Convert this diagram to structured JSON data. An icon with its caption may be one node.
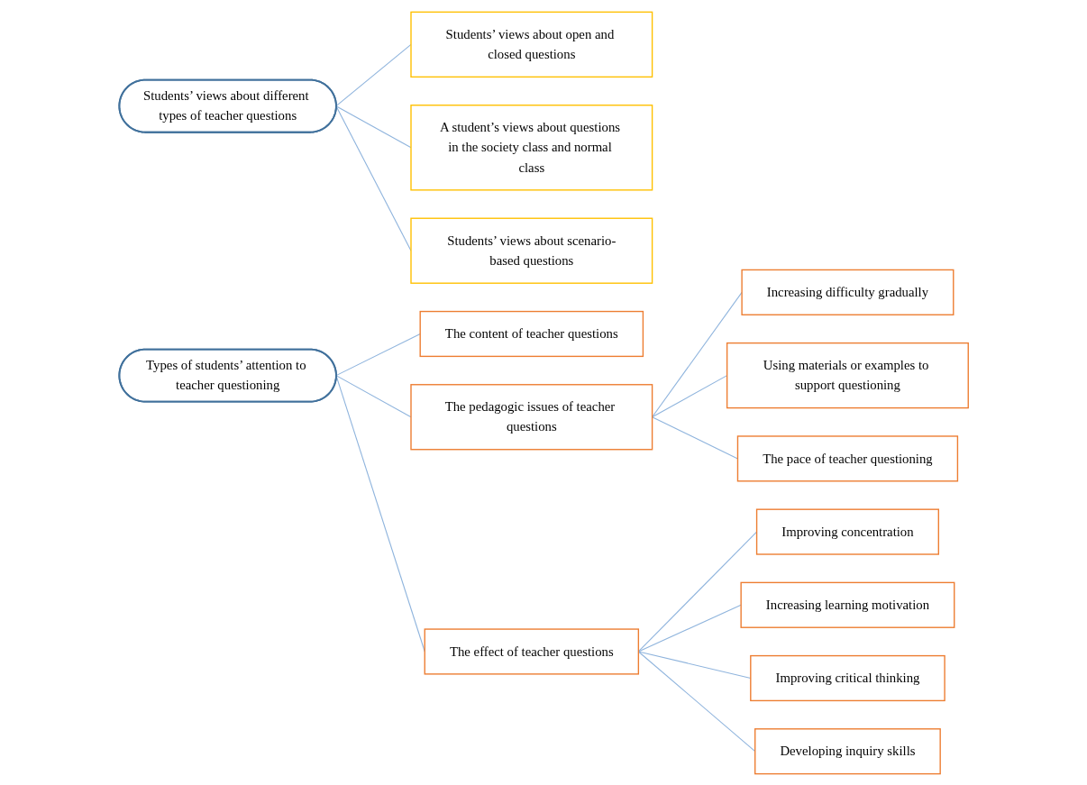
{
  "diagram": {
    "nodes": [
      {
        "text": [
          "Students’ views about different types of teacher questions"
        ]
      },
      {
        "text": [
          "Students’ views about open and closed questions"
        ]
      },
      {
        "text": [
          "A student’s views about questions in the society class and normal class"
        ]
      },
      {
        "text": [
          "Students’ views about scenario-based questions"
        ]
      },
      {
        "text": [
          "Types of students’ attention to teacher questioning"
        ]
      },
      {
        "text": [
          "The content of teacher questions"
        ]
      },
      {
        "text": [
          "The pedagogic issues of teacher questions"
        ]
      },
      {
        "text": [
          "Increasing difficulty gradually"
        ]
      },
      {
        "text": [
          "Using materials or examples to support questioning"
        ]
      },
      {
        "text": [
          "The pace of teacher questioning"
        ]
      },
      {
        "text": [
          "The effect of teacher questions"
        ]
      },
      {
        "text": [
          "Improving concentration"
        ]
      },
      {
        "text": [
          "Increasing learning motivation"
        ]
      },
      {
        "text": [
          "Improving critical thinking"
        ]
      },
      {
        "text": [
          "Developing inquiry skills"
        ]
      }
    ],
    "edges": [
      {
        "from": 0,
        "to": 1,
        "arrow": "none"
      },
      {
        "from": 0,
        "to": 2,
        "arrow": "none"
      },
      {
        "from": 0,
        "to": 3,
        "arrow": "none"
      },
      {
        "from": 4,
        "to": 5,
        "arrow": "none"
      },
      {
        "from": 4,
        "to": 6,
        "arrow": "none"
      },
      {
        "from": 4,
        "to": 10,
        "arrow": "none"
      },
      {
        "from": 6,
        "to": 7,
        "arrow": "none"
      },
      {
        "from": 6,
        "to": 8,
        "arrow": "none"
      },
      {
        "from": 6,
        "to": 9,
        "arrow": "none"
      },
      {
        "from": 10,
        "to": 11,
        "arrow": "none"
      },
      {
        "from": 10,
        "to": 12,
        "arrow": "none"
      },
      {
        "from": 10,
        "to": 13,
        "arrow": "none"
      },
      {
        "from": 10,
        "to": 14,
        "arrow": "none"
      }
    ]
  }
}
